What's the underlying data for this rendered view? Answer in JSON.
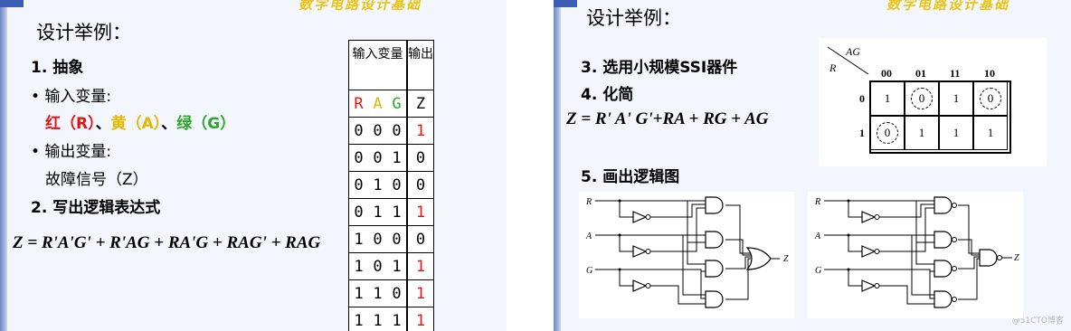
{
  "left_slide": {
    "header": "数字电路设计基础",
    "title": "设计举例：",
    "step1": "1.  抽象",
    "bullet_input": "•  输入变量:",
    "inputs": {
      "red": "红（R）",
      "sep1": "、",
      "yellow": "黄（A）",
      "sep2": "、",
      "green": "绿（G）"
    },
    "bullet_output": "•  输出变量:",
    "output_desc": "故障信号（Z）",
    "step2": "2.  写出逻辑表达式",
    "formula": "Z = R'A'G' + R'AG + RA'G + RAG' + RAG",
    "truth_table": {
      "group_in": "输入变量",
      "group_out": "输出",
      "columns": [
        "R",
        "A",
        "G",
        "Z"
      ],
      "rows": [
        [
          "0",
          "0",
          "0",
          "1"
        ],
        [
          "0",
          "0",
          "1",
          "0"
        ],
        [
          "0",
          "1",
          "0",
          "0"
        ],
        [
          "0",
          "1",
          "1",
          "1"
        ],
        [
          "1",
          "0",
          "0",
          "0"
        ],
        [
          "1",
          "0",
          "1",
          "1"
        ],
        [
          "1",
          "1",
          "0",
          "1"
        ],
        [
          "1",
          "1",
          "1",
          "1"
        ]
      ]
    }
  },
  "right_slide": {
    "header": "数字电路设计基础",
    "title": "设计举例：",
    "step3": "3.  选用小规模SSI器件",
    "step4": "4.  化简",
    "formula": "Z = R' A' G'+RA + RG + AG",
    "step5": "5.  画出逻辑图",
    "kmap": {
      "col_var": "AG",
      "row_var": "R",
      "col_labels": [
        "00",
        "01",
        "11",
        "10"
      ],
      "row_labels": [
        "0",
        "1"
      ],
      "cells": [
        [
          "1",
          "0",
          "1",
          "0"
        ],
        [
          "0",
          "1",
          "1",
          "1"
        ]
      ],
      "circled": [
        [
          false,
          true,
          false,
          true
        ],
        [
          true,
          false,
          false,
          false
        ]
      ]
    },
    "circuit_labels": {
      "r": "R",
      "a": "A",
      "g": "G",
      "z": "Z"
    }
  },
  "watermark": "@51CTO博客",
  "colors": {
    "slide_bg": "#f3f6fd",
    "accent_bar": "#3b5db4",
    "red": "#e01515",
    "yellow": "#e3b800",
    "green": "#2ba52b"
  }
}
